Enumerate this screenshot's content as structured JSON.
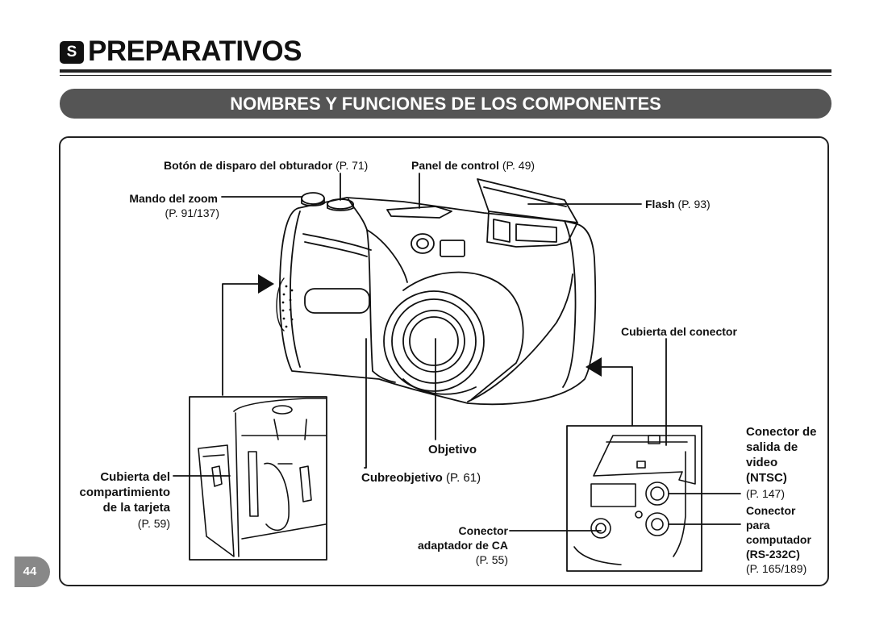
{
  "header": {
    "section_letter": "S",
    "title": "PREPARATIVOS",
    "subtitle": "NOMBRES Y FUNCIONES DE LOS COMPONENTES"
  },
  "labels": {
    "shutter_button": {
      "text": "Botón de disparo del obturador",
      "ref": "(P. 71)"
    },
    "control_panel": {
      "text": "Panel de control",
      "ref": "(P. 49)"
    },
    "zoom_lever": {
      "text": "Mando del zoom",
      "ref": "(P. 91/137)"
    },
    "flash": {
      "text": "Flash",
      "ref": "(P. 93)"
    },
    "connector_cover": {
      "text": "Cubierta del conector"
    },
    "lens": {
      "text": "Objetivo"
    },
    "lens_cover": {
      "text": "Cubreobjetivo",
      "ref": "(P. 61)"
    },
    "card_cover": {
      "line1": "Cubierta del",
      "line2": "compartimiento",
      "line3": "de la tarjeta",
      "ref": "(P. 59)"
    },
    "ac_adapter": {
      "line1": "Conector",
      "line2": "adaptador de CA",
      "ref": "(P. 55)"
    },
    "video_out": {
      "line1": "Conector de",
      "line2": "salida de",
      "line3": "video",
      "line4": "(NTSC)",
      "ref": "(P. 147)"
    },
    "computer_conn": {
      "line1": "Conector",
      "line2": "para",
      "line3": "computador",
      "line4": "(RS-232C)",
      "ref": "(P. 165/189)"
    }
  },
  "footer": {
    "page_number": "44"
  }
}
